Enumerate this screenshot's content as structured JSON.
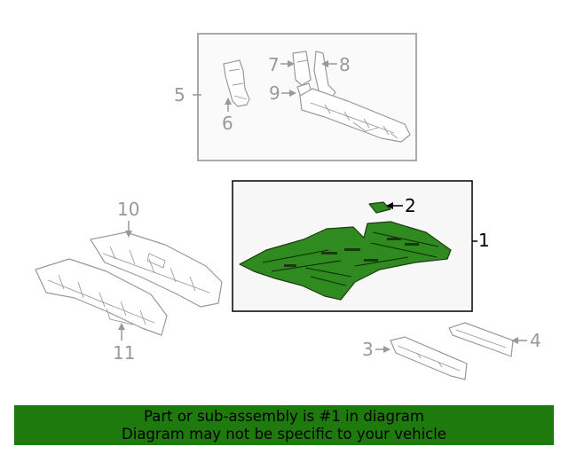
{
  "callouts": {
    "c1": "1",
    "c2": "2",
    "c3": "3",
    "c4": "4",
    "c5": "5",
    "c6": "6",
    "c7": "7",
    "c8": "8",
    "c9": "9",
    "c10": "10",
    "c11": "11"
  },
  "banner": {
    "line1": "Part or sub-assembly is #1 in diagram",
    "line2": "Diagram may not be specific to your vehicle"
  },
  "colors": {
    "highlight_part": "#2f8a1f",
    "banner_bg": "#1f7a0d",
    "callout_gray": "#999999",
    "frame_gray": "#aaaaaa"
  }
}
